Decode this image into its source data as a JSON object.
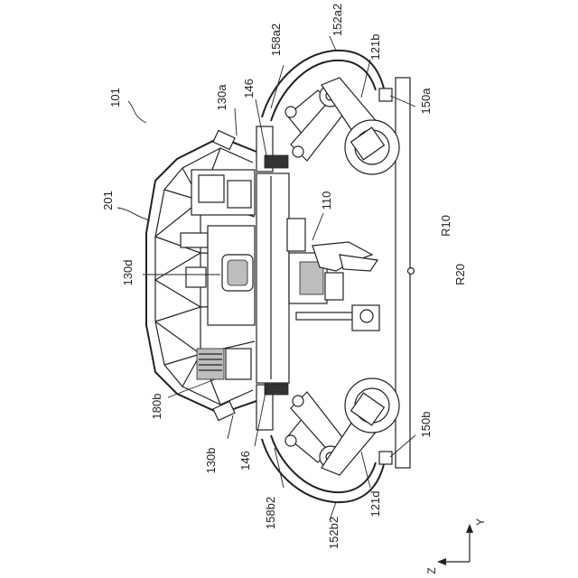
{
  "diagram": {
    "labels": {
      "l101": "101",
      "l201": "201",
      "l130a": "130a",
      "l146_top": "146",
      "l158a2": "158a2",
      "l152a2": "152a2",
      "l121b": "121b",
      "l150a": "150a",
      "l110": "110",
      "lR10": "R10",
      "lR20": "R20",
      "l130d": "130d",
      "l180b": "180b",
      "l130b": "130b",
      "l146_bot": "146",
      "l158b2": "158b2",
      "l152b2": "152b2",
      "l121d": "121d",
      "l150b": "150b"
    },
    "axes": {
      "y": "Y",
      "z": "Z"
    }
  }
}
